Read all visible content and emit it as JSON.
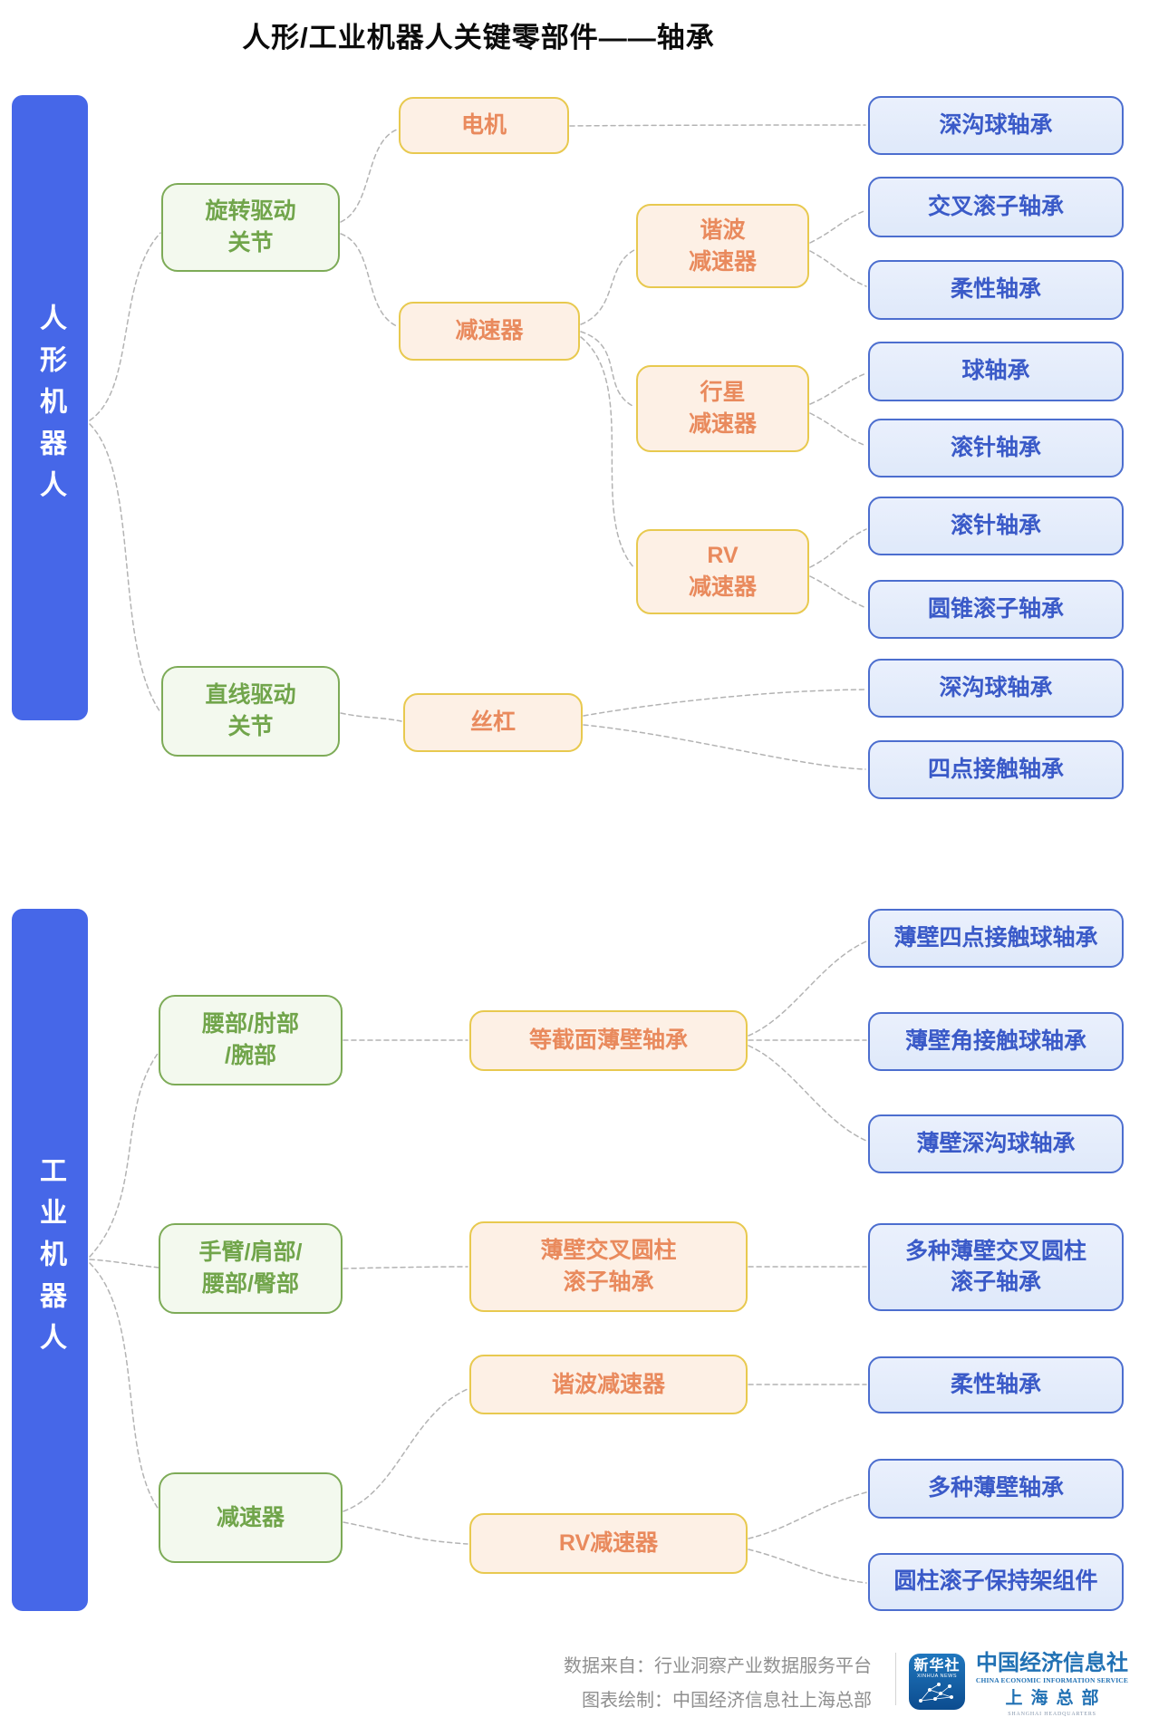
{
  "title": "人形/工业机器人关键零部件——轴承",
  "humanoid": {
    "bar_label": "人形机器人",
    "joints": {
      "rotary": "旋转驱动\n关节",
      "linear": "直线驱动\n关节"
    },
    "components": {
      "motor": "电机",
      "reducer": "减速器",
      "harmonic_reducer": "谐波\n减速器",
      "planetary_reducer": "行星\n减速器",
      "rv_reducer": "RV\n减速器",
      "lead_screw": "丝杠"
    },
    "bearings": [
      "深沟球轴承",
      "交叉滚子轴承",
      "柔性轴承",
      "球轴承",
      "滚针轴承",
      "滚针轴承",
      "圆锥滚子轴承",
      "深沟球轴承",
      "四点接触轴承"
    ]
  },
  "industrial": {
    "bar_label": "工业机器人",
    "parts": [
      "腰部/肘部\n/腕部",
      "手臂/肩部/\n腰部/臀部",
      "减速器"
    ],
    "components": [
      "等截面薄壁轴承",
      "薄壁交叉圆柱\n滚子轴承",
      "谐波减速器",
      "RV减速器"
    ],
    "bearings": [
      "薄壁四点接触球轴承",
      "薄壁角接触球轴承",
      "薄壁深沟球轴承",
      "多种薄壁交叉圆柱\n滚子轴承",
      "柔性轴承",
      "多种薄壁轴承",
      "圆柱滚子保持架组件"
    ]
  },
  "footer": {
    "source_line": "数据来自：行业洞察产业数据服务平台",
    "credit_line": "图表绘制：中国经济信息社上海总部",
    "xinhua": {
      "name": "新华社",
      "name_en": "XINHUA NEWS"
    },
    "org": {
      "name": "中国经济信息社",
      "name_en": "CHINA ECONOMIC INFORMATION SERVICE",
      "branch": "上海总部",
      "branch_en": "SHANGHAI HEADQUARTERS"
    }
  },
  "colors": {
    "bar_blue": "#4667E8",
    "green_border": "#7DAB57",
    "green_fill": "#F3F9EE",
    "green_text": "#71A54B",
    "orange_border": "#E8C94F",
    "orange_fill": "#FDF0E5",
    "orange_text": "#E98A5D",
    "blue_border": "#4C6ECF",
    "blue_fill": "#E5EDFB",
    "blue_text": "#3A5AC8",
    "connector_gray": "#B3B3B3",
    "footer_text_gray": "#8F8F8F",
    "brand_blue": "#2171B4"
  }
}
